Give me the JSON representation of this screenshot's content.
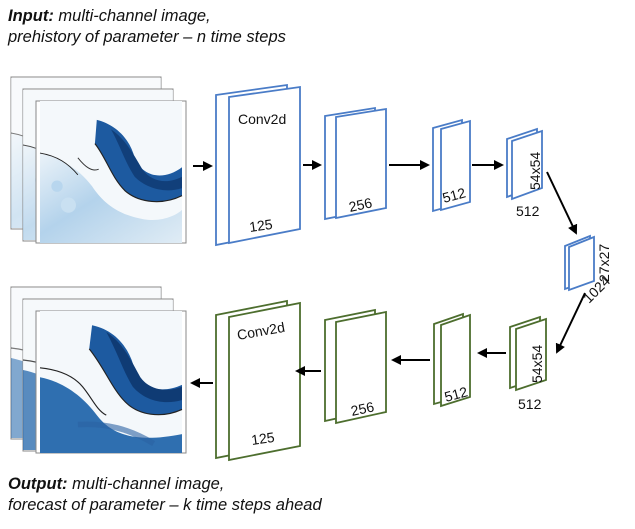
{
  "input_caption": {
    "bold": "Input:",
    "text": " multi-channel image,",
    "line2": "prehistory of parameter – n time steps"
  },
  "output_caption": {
    "bold": "Output:",
    "text": " multi-channel image,",
    "line2": "forecast of parameter – k time steps ahead"
  },
  "encoder": {
    "color": "#4a7cc7",
    "conv_label": "Conv2d",
    "block1_channels": "125",
    "block2_channels": "256",
    "block3_channels": "512",
    "block4_size": "54x54",
    "block4_channels": "512"
  },
  "bottleneck": {
    "size": "27x27",
    "channels": "1024"
  },
  "decoder": {
    "color": "#4d6e2e",
    "conv_label": "Conv2d",
    "block1_channels": "125",
    "block2_channels": "256",
    "block3_channels": "512",
    "block4_size": "54x54",
    "block4_channels": "512"
  },
  "image_colors": {
    "land": "#f4f8fb",
    "water_light": "#9ec6e6",
    "water_dark": "#113f7a"
  }
}
